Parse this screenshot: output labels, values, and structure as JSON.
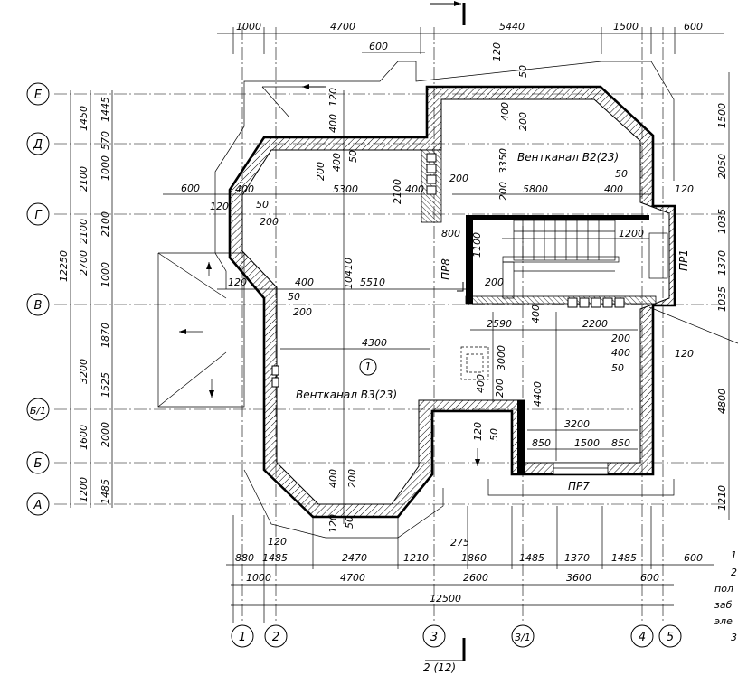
{
  "axes_rows": [
    "Е",
    "Д",
    "Г",
    "В",
    "Б/1",
    "Б",
    "А"
  ],
  "axes_cols": [
    "1",
    "2",
    "3",
    "3/1",
    "4",
    "5"
  ],
  "section_mark": "2 (12)",
  "rooms": {
    "room1": "1"
  },
  "vent_labels": {
    "v2": "Вентканал В2(23)",
    "v3": "Вентканал В3(23)"
  },
  "openings": {
    "pr1": "ПР1",
    "pr7": "ПР7",
    "pr8": "ПР8"
  },
  "top_dims": {
    "d1000": "1000",
    "d4700": "4700",
    "d5440": "5440",
    "d1500": "1500",
    "d600": "600",
    "d600b": "600",
    "d120": "120",
    "d50": "50"
  },
  "bottom_dims_row1": [
    "880",
    "120",
    "1485",
    "2470",
    "1210",
    "275",
    "1860",
    "1485",
    "1370",
    "1485",
    "600"
  ],
  "bottom_dims_row2": [
    "1000",
    "4700",
    "2600",
    "3600",
    "600"
  ],
  "bottom_total": "12500",
  "left_dims_outer": "12250",
  "left_dims_col1": [
    "1450",
    "2100",
    "2100",
    "2700",
    "3200",
    "1600",
    "1200"
  ],
  "left_dims_col2": [
    "1445",
    "570",
    "1000",
    "2100",
    "1000",
    "1870",
    "1525",
    "2000",
    "1485"
  ],
  "right_dims": [
    "1500",
    "2050",
    "1035",
    "1370",
    "1035",
    "4800",
    "1210"
  ],
  "inner_dims": {
    "n400a": "400",
    "n120a": "120",
    "n50a": "50",
    "n200a": "200",
    "n400b": "400",
    "n50b": "50",
    "n200b": "200",
    "n600": "600",
    "n400c": "400",
    "n5300": "5300",
    "n2100": "2100",
    "n400d": "400",
    "n200c": "200",
    "n120b": "120",
    "n50c": "50",
    "n200d": "200",
    "n3350": "3350",
    "n200e": "200",
    "n5800": "5800",
    "n400e": "400",
    "n120c": "120",
    "n50d": "50",
    "n800": "800",
    "n1100": "1100",
    "n1200": "1200",
    "n120d": "120",
    "n400f": "400",
    "n5510": "5510",
    "n50e": "50",
    "n200f": "200",
    "n200g": "200",
    "n2590": "2590",
    "n400g": "400",
    "n2200": "2200",
    "n200h": "200",
    "n400h": "400",
    "n50f": "50",
    "n120e": "120",
    "n10410": "10410",
    "n4300": "4300",
    "n3000": "3000",
    "n4400": "4400",
    "n400i": "400",
    "n200i": "200",
    "n120f": "120",
    "n50g": "50",
    "n3200": "3200",
    "n850a": "850",
    "n1500": "1500",
    "n850b": "850",
    "n400j": "400",
    "n200j": "200",
    "n120g": "120",
    "n50h": "50"
  },
  "notes_fragments": [
    "1",
    "2",
    "пол",
    "заб",
    "эле",
    "3"
  ]
}
